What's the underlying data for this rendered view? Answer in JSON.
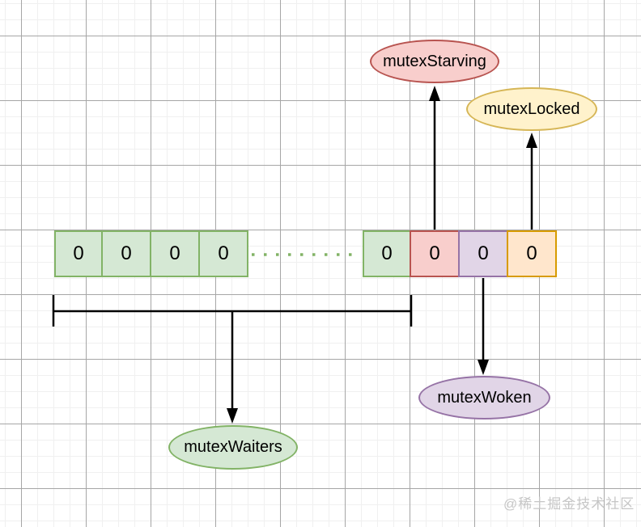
{
  "palette": {
    "green_fill": "#d5e8d4",
    "green_stroke": "#82b366",
    "red_fill": "#f8cecc",
    "red_stroke": "#b85450",
    "yellow_fill": "#fff2cc",
    "yellow_stroke": "#d6b656",
    "purple_fill": "#e1d5e7",
    "purple_stroke": "#9673a6",
    "orange_fill": "#ffe6cc",
    "orange_stroke": "#d79b00",
    "connector_color": "#000000",
    "grid_major_color": "#a6a6a6",
    "grid_minor_color": "#f0f0f0",
    "watermark_color": "#c6c6c6"
  },
  "nodes": {
    "starving": {
      "label": "mutexStarving",
      "fill": "#f8cecc",
      "stroke": "#b85450"
    },
    "locked": {
      "label": "mutexLocked",
      "fill": "#fff2cc",
      "stroke": "#d6b656"
    },
    "woken": {
      "label": "mutexWoken",
      "fill": "#e1d5e7",
      "stroke": "#9673a6"
    },
    "waiters": {
      "label": "mutexWaiters",
      "fill": "#d5e8d4",
      "stroke": "#82b366"
    }
  },
  "bit_row": {
    "left_boxes": [
      {
        "value": "0",
        "color": "green"
      },
      {
        "value": "0",
        "color": "green"
      },
      {
        "value": "0",
        "color": "green"
      },
      {
        "value": "0",
        "color": "green"
      }
    ],
    "right_boxes": [
      {
        "value": "0",
        "color": "green"
      },
      {
        "value": "0",
        "color": "red"
      },
      {
        "value": "0",
        "color": "purple"
      },
      {
        "value": "0",
        "color": "orange"
      }
    ]
  },
  "watermark": {
    "text": "@稀土掘金技术社区"
  }
}
